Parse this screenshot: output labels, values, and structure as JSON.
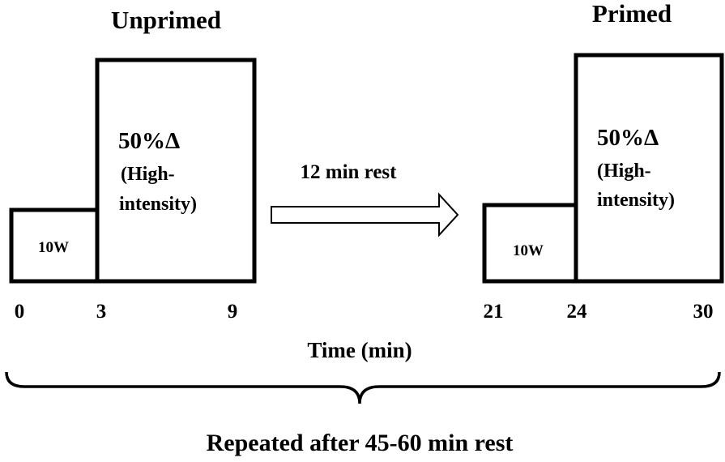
{
  "unprimed": {
    "title": "Unprimed",
    "baseline_label": "10W",
    "high_label": "50%Δ",
    "high_desc_line1": "(High-",
    "high_desc_line2": "intensity)",
    "ticks": [
      "0",
      "3",
      "9"
    ]
  },
  "rest_arrow": {
    "label": "12 min rest"
  },
  "primed": {
    "title": "Primed",
    "baseline_label": "10W",
    "high_label": "50%Δ",
    "high_desc_line1": "(High-",
    "high_desc_line2": "intensity)",
    "ticks": [
      "21",
      "24",
      "30"
    ]
  },
  "time_axis_label": "Time (min)",
  "footer": "Repeated after 45-60 min rest"
}
